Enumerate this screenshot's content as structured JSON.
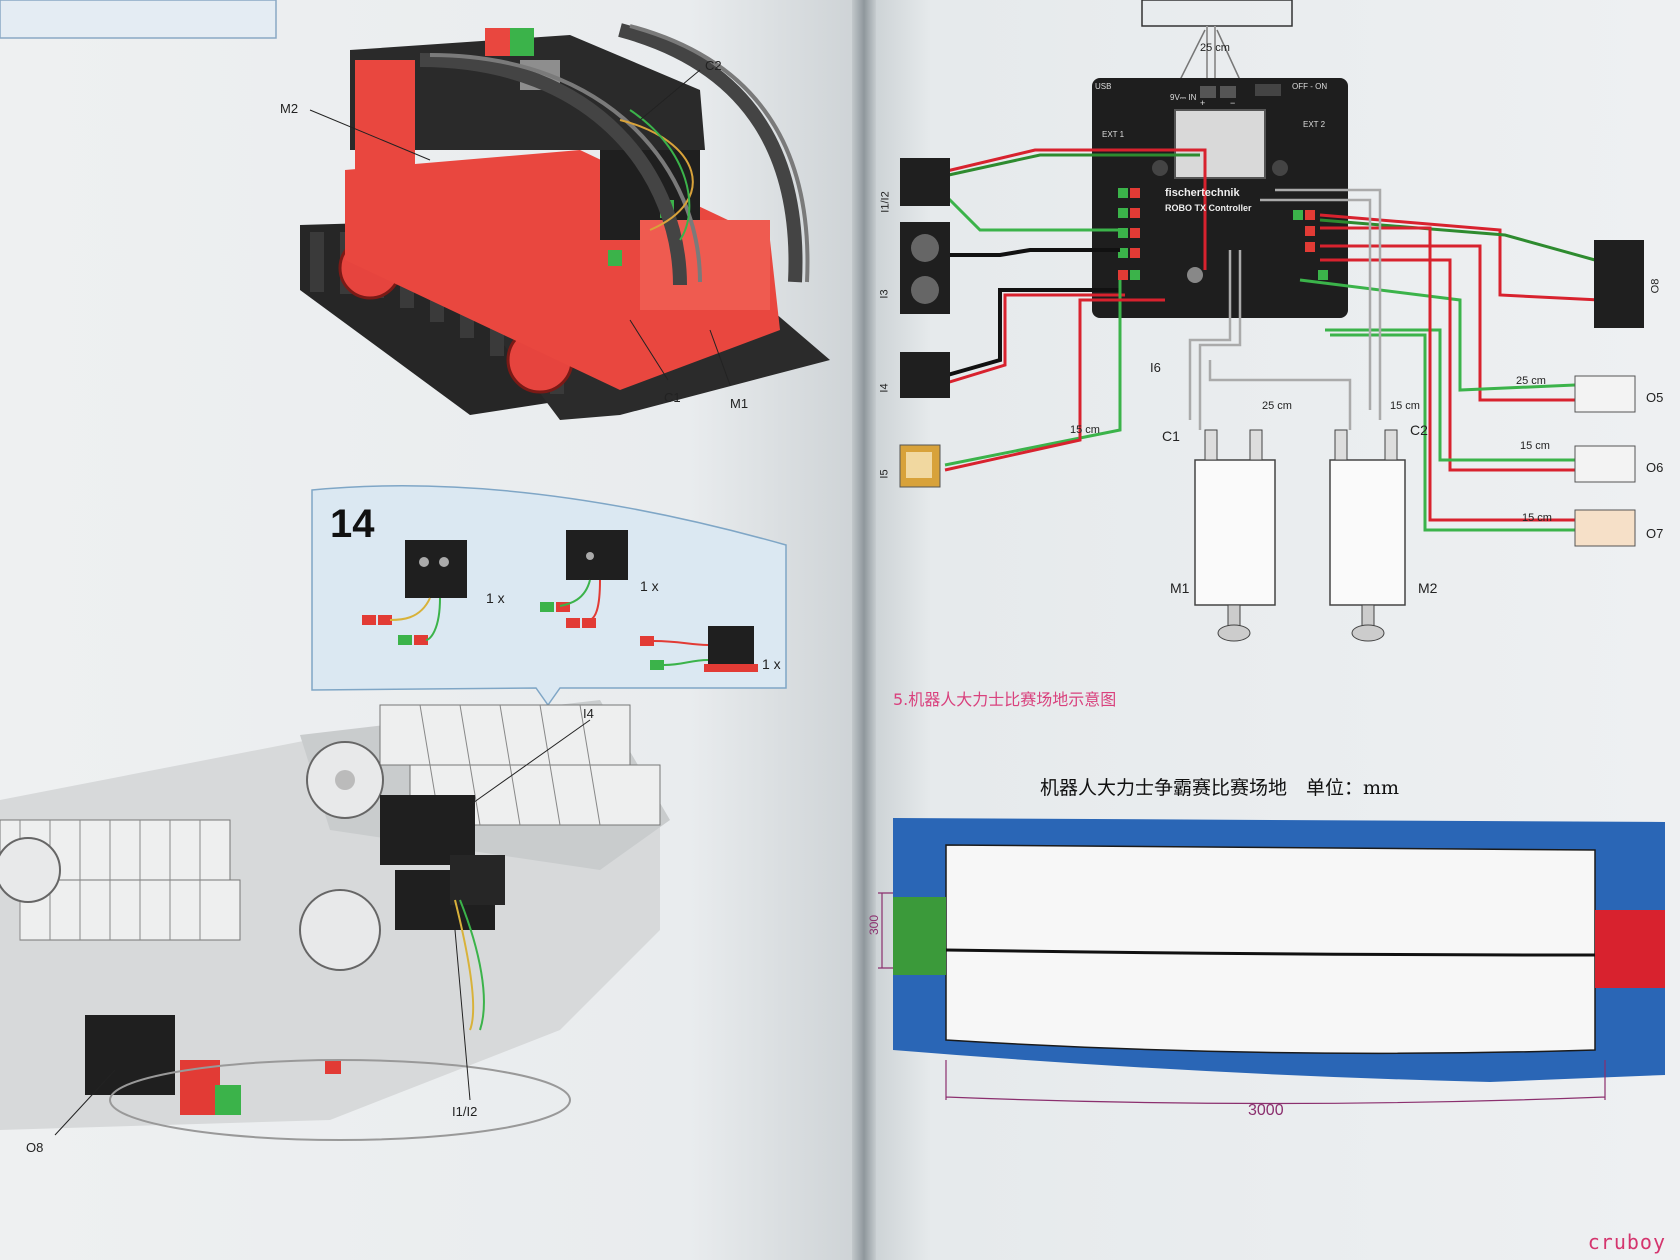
{
  "left_page": {
    "top_model_labels": {
      "m2": "M2",
      "c2": "C2",
      "c1": "C1",
      "m1": "M1"
    },
    "step": {
      "number": "14",
      "parts": [
        {
          "qty": "1 x"
        },
        {
          "qty": "1 x"
        },
        {
          "qty": "1 x"
        }
      ]
    },
    "bottom_model_labels": {
      "i4": "I4",
      "o8": "O8",
      "i1_i2": "I1/I2"
    }
  },
  "right_page": {
    "wiring": {
      "top_cable_length": "25 cm",
      "controller_brand": "fischertechnik",
      "controller_name": "ROBO TX Controller",
      "controller_text": {
        "usb": "USB",
        "power": "9V⎓ IN",
        "switch": "OFF - ON",
        "ext1": "EXT 1",
        "ext2": "EXT 2",
        "plus": "+",
        "minus": "−"
      },
      "labels": {
        "i1_i2": "I1/I2",
        "i3": "I3",
        "i4": "I4",
        "i5": "I5",
        "i6": "I6",
        "o8": "O8",
        "o5": "O5",
        "o6": "O6",
        "o7": "O7",
        "c1": "C1",
        "c2": "C2",
        "m1": "M1",
        "m2": "M2"
      },
      "lengths": {
        "i5_cable": "15 cm",
        "c1_cable": "25 cm",
        "c2_cable": "15 cm",
        "o5_cable": "25 cm",
        "o6_cable": "15 cm",
        "o7_cable": "15 cm"
      }
    },
    "section_heading": "5.机器人大力士比赛场地示意图",
    "field": {
      "title": "机器人大力士争霸赛比赛场地　单位：mm",
      "width_dim": "3000",
      "zone_dim": "300",
      "colors": {
        "border": "#2a66b6",
        "start_zone": "#3b9a3a",
        "end_zone": "#d8222e",
        "inner": "#f7f7f7"
      }
    }
  },
  "watermark": "cruboy"
}
